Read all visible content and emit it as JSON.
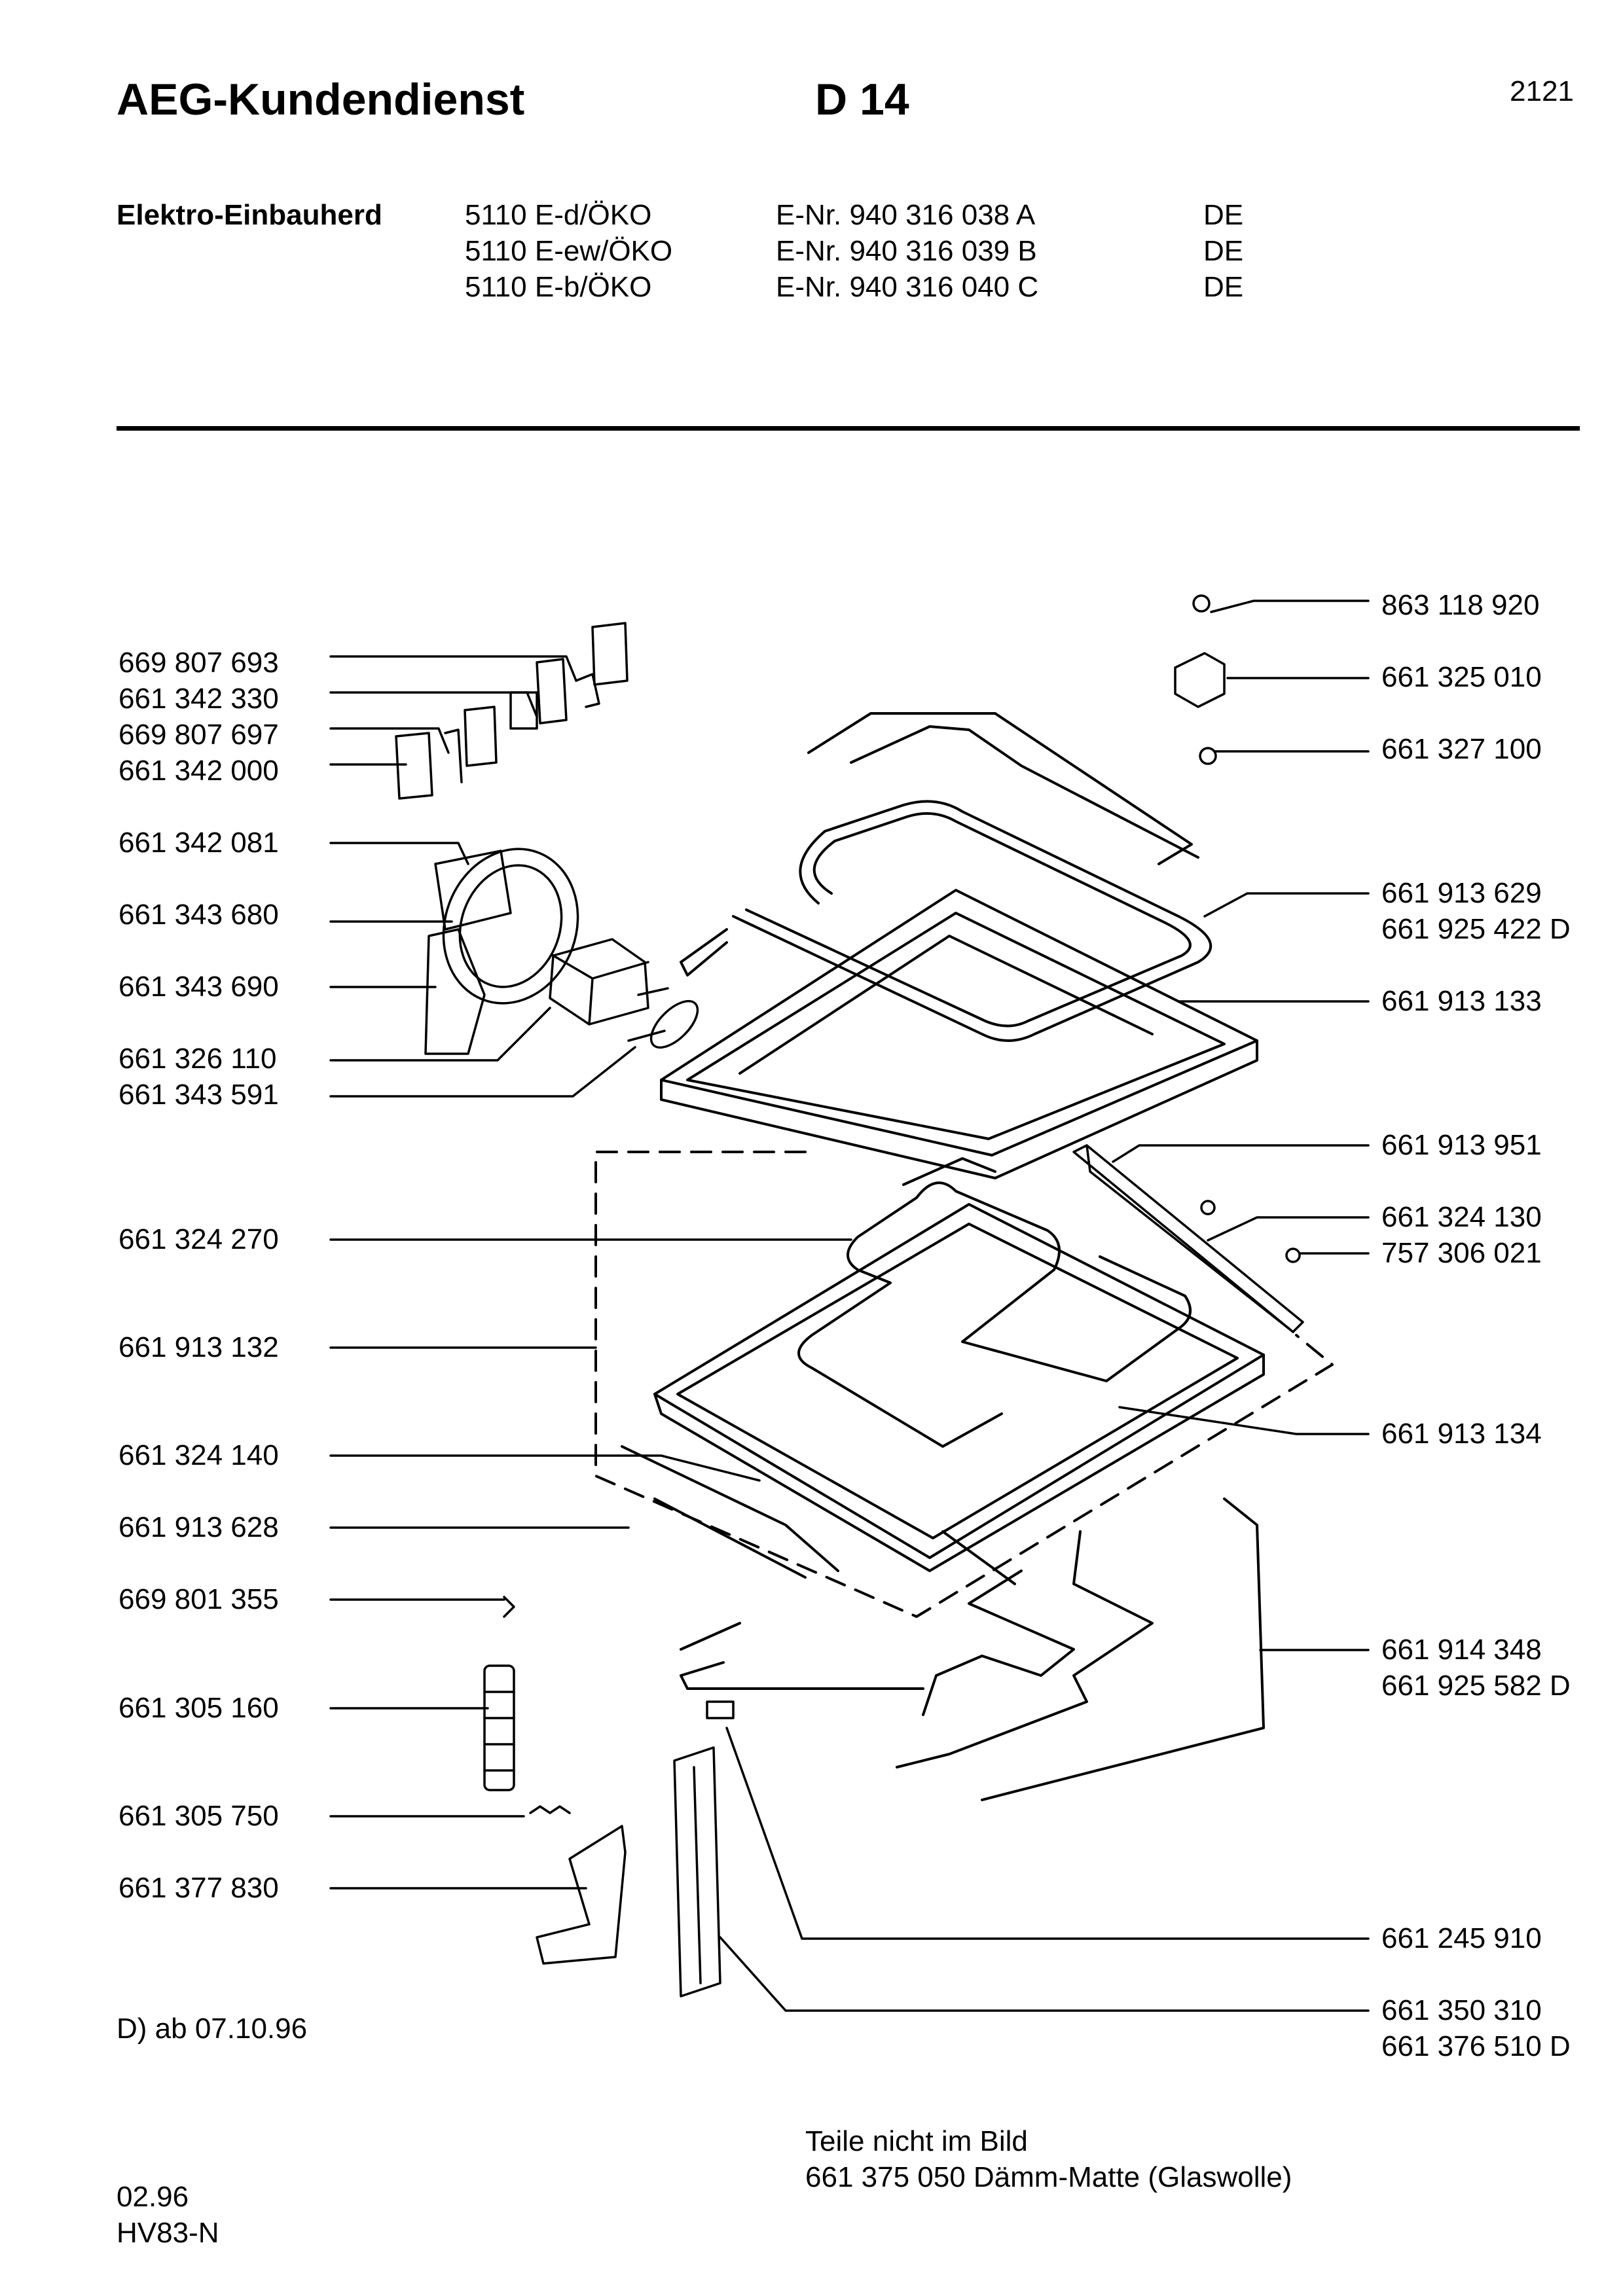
{
  "header": {
    "brand": "AEG-Kundendienst",
    "doc_code": "D 14",
    "page_number": "2121"
  },
  "product": {
    "name": "Elektro-Einbauherd",
    "models": [
      {
        "model": "5110 E-d/ÖKO",
        "enr": "E-Nr. 940 316 038 A",
        "country": "DE"
      },
      {
        "model": "5110 E-ew/ÖKO",
        "enr": "E-Nr. 940 316 039 B",
        "country": "DE"
      },
      {
        "model": "5110 E-b/ÖKO",
        "enr": "E-Nr. 940 316 040 C",
        "country": "DE"
      }
    ]
  },
  "left_parts": [
    "669 807 693",
    "661 342 330",
    "669 807 697",
    "661 342 000",
    "661 342 081",
    "661 343 680",
    "661 343 690",
    "661 326 110",
    "661 343 591",
    "661 324 270",
    "661 913 132",
    "661 324 140",
    "661 913 628",
    "669 801 355",
    "661 305 160",
    "661 305 750",
    "661 377 830"
  ],
  "right_parts": [
    "863 118 920",
    "661 325 010",
    "661 327 100",
    "661 913 629",
    "661 925 422 D",
    "661 913 133",
    "661 913 951",
    "661 324 130",
    "757 306 021",
    "661 913 134",
    "661 914 348",
    "661 925 582 D",
    "661 245 910",
    "661 350 310",
    "661 376 510 D"
  ],
  "footnote": "D) ab 07.10.96",
  "not_shown": {
    "heading": "Teile nicht im Bild",
    "item": "661 375 050  Dämm-Matte (Glaswolle)"
  },
  "footer": {
    "date": "02.96",
    "code": "HV83-N"
  }
}
